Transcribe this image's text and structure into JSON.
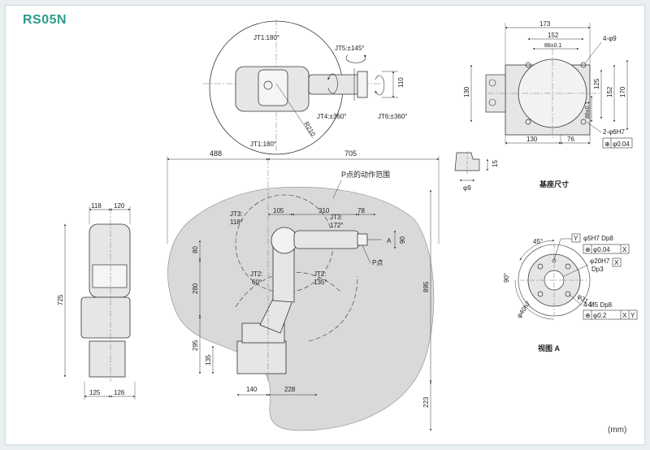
{
  "header": {
    "model": "RS05N",
    "unit": "(mm)"
  },
  "colors": {
    "model": "#2b9c8c",
    "body": "#e6e6e6",
    "envelope": "#d9d9d9",
    "line": "#333333"
  },
  "top_view": {
    "jt1_a": "JT1:180°",
    "jt1_b": "JT1:180°",
    "jt5": "JT5:±145°",
    "jt4": "JT4:±360°",
    "jt6": "JT6:±360°",
    "r210": "R210",
    "d110": "110"
  },
  "base_view": {
    "d173": "173",
    "d152": "152",
    "d88": "88±0.1",
    "holes": "4-φ9",
    "d130v": "130",
    "d125": "125",
    "d152v": "152",
    "d170": "170",
    "d88v": "88±0.1",
    "d130h": "130",
    "d76": "76",
    "pin": "2-φ6H7",
    "tol_sym": "⊕",
    "tol": "φ0.04"
  },
  "detail": {
    "phi9": "φ9",
    "d15": "15",
    "base_caption": "基座尺寸"
  },
  "side_view": {
    "d488": "488",
    "d705": "705",
    "range_label": "P点的动作范围",
    "d105": "105",
    "d310": "310",
    "d78": "78",
    "d90": "90",
    "tag_a": "A",
    "jt3_a": "JT3:",
    "jt3_a_v": "118°",
    "jt3_b": "JT3:",
    "jt3_b_v": "172°",
    "d80": "80",
    "d280": "280",
    "d295": "295",
    "d135": "135",
    "jt2_a": "JT2:",
    "jt2_a_v": "60°",
    "jt2_b": "JT2:",
    "jt2_b_v": "135°",
    "p_point": "P点",
    "d895": "895",
    "d223": "223",
    "d140": "140",
    "d228": "228"
  },
  "front_view": {
    "d118": "118",
    "d120": "120",
    "d725": "725",
    "d125": "125",
    "d126": "126"
  },
  "view_a": {
    "d45": "45°",
    "d90": "90°",
    "f1": "φ5H7 Dp8",
    "f1_tol_sym": "⊕",
    "f1_tol": "φ0.04",
    "f1_ref": "X",
    "y": "Y",
    "f2": "φ20H7",
    "f2_dp": "Dp3",
    "f2_ref": "X",
    "d31": "φ31.5",
    "d40": "φ40h7",
    "f3": "4-M5 Dp8",
    "f3_tol_sym": "⊕",
    "f3_tol": "φ0.2",
    "f3_ref1": "X",
    "f3_ref2": "Y",
    "caption": "视图 A"
  }
}
